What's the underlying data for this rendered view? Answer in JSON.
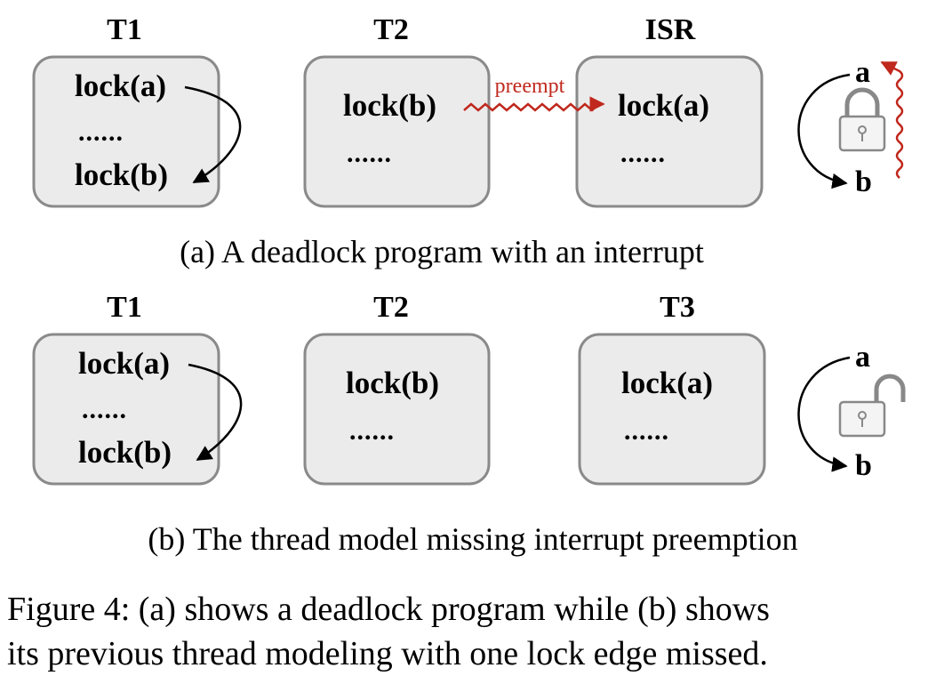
{
  "panel_a": {
    "headers": [
      "T1",
      "T2",
      "ISR"
    ],
    "t1": [
      "lock(a)",
      "......",
      "lock(b)"
    ],
    "t2": [
      "lock(b)",
      "......"
    ],
    "isr": [
      "lock(a)",
      "......"
    ],
    "preempt_label": "preempt",
    "lock_a": "a",
    "lock_b": "b",
    "caption": "(a) A deadlock program with an interrupt"
  },
  "panel_b": {
    "headers": [
      "T1",
      "T2",
      "T3"
    ],
    "t1": [
      "lock(a)",
      "......",
      "lock(b)"
    ],
    "t2": [
      "lock(b)",
      "......"
    ],
    "t3": [
      "lock(a)",
      "......"
    ],
    "lock_a": "a",
    "lock_b": "b",
    "caption": "(b) The thread model missing interrupt preemption"
  },
  "figure_caption": {
    "line1": "Figure 4: (a) shows a deadlock program while (b) shows",
    "line2": "its previous thread modeling with one lock edge missed."
  },
  "colors": {
    "accent": "#c0281d",
    "box_fill": "#ebebeb",
    "box_stroke": "#8a8a8a"
  },
  "icons": [
    "lock-closed-icon",
    "lock-open-icon"
  ]
}
